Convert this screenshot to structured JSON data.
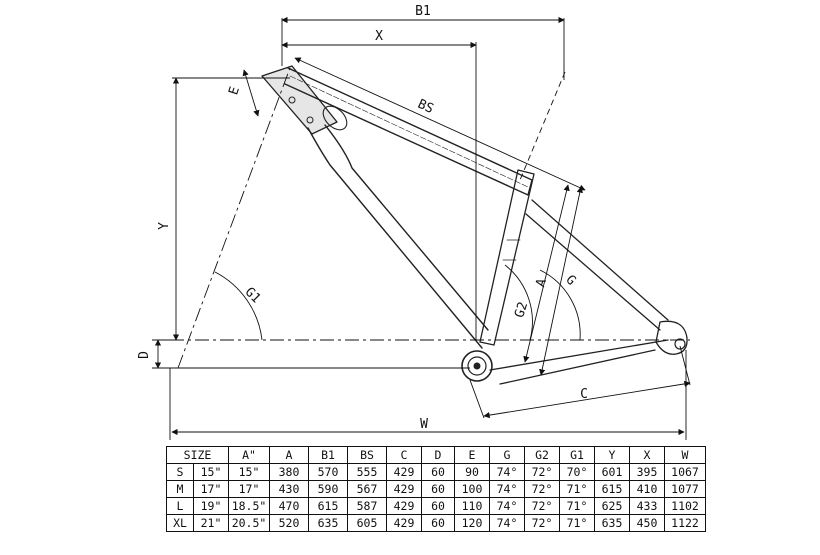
{
  "labels": {
    "b1": "B1",
    "x": "X",
    "bs": "BS",
    "e": "E",
    "y": "Y",
    "g1": "G1",
    "d": "D",
    "a": "A",
    "g": "G",
    "g2": "G2",
    "c": "C",
    "w": "W"
  },
  "table": {
    "headers": [
      "SIZE",
      "A\"",
      "A",
      "B1",
      "BS",
      "C",
      "D",
      "E",
      "G",
      "G2",
      "G1",
      "Y",
      "X",
      "W"
    ],
    "rows": [
      [
        "S",
        "15\"",
        "15\"",
        "380",
        "570",
        "555",
        "429",
        "60",
        "90",
        "74°",
        "72°",
        "70°",
        "601",
        "395",
        "1067"
      ],
      [
        "M",
        "17\"",
        "17\"",
        "430",
        "590",
        "567",
        "429",
        "60",
        "100",
        "74°",
        "72°",
        "71°",
        "615",
        "410",
        "1077"
      ],
      [
        "L",
        "19\"",
        "18.5\"",
        "470",
        "615",
        "587",
        "429",
        "60",
        "110",
        "74°",
        "72°",
        "71°",
        "625",
        "433",
        "1102"
      ],
      [
        "XL",
        "21\"",
        "20.5\"",
        "520",
        "635",
        "605",
        "429",
        "60",
        "120",
        "74°",
        "72°",
        "71°",
        "635",
        "450",
        "1122"
      ]
    ]
  }
}
